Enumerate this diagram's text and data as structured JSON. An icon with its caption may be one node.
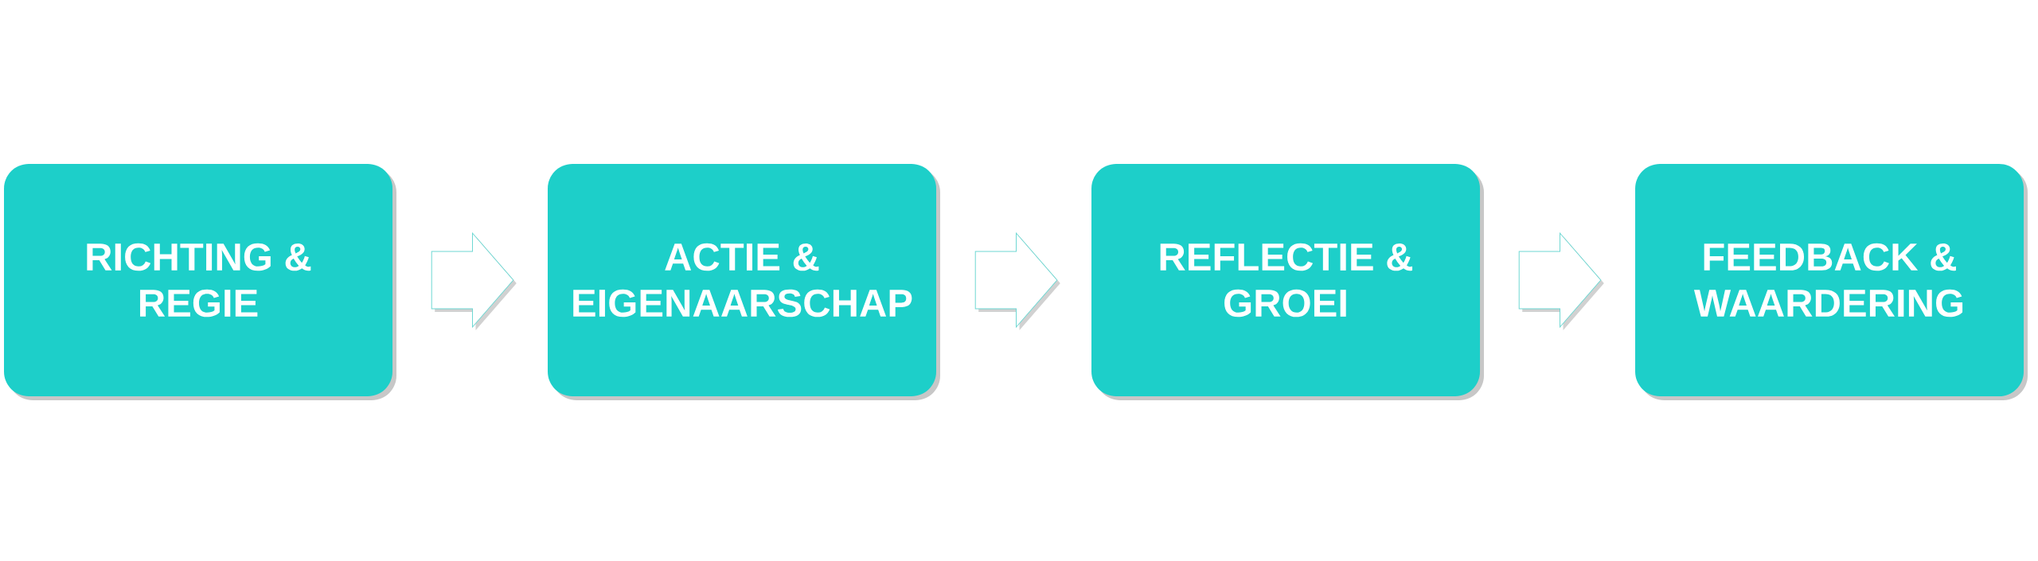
{
  "diagram": {
    "nodes": [
      {
        "text": [
          "RICHTING & REGIE"
        ]
      },
      {
        "text": [
          "ACTIE & EIGENAARSCHAP"
        ]
      },
      {
        "text": [
          "REFLECTIE & GROEI"
        ]
      },
      {
        "text": [
          "FEEDBACK & WAARDERING"
        ]
      }
    ],
    "edges": [
      {
        "from": 0,
        "to": 1,
        "arrow": "to"
      },
      {
        "from": 1,
        "to": 2,
        "arrow": "to"
      },
      {
        "from": 2,
        "to": 3,
        "arrow": "to"
      }
    ]
  }
}
